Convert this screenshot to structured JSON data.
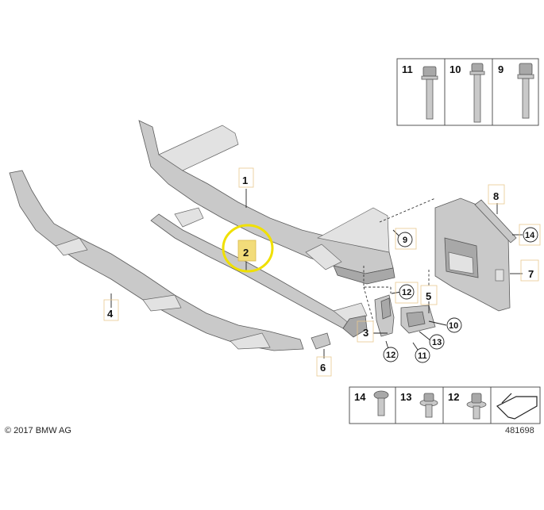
{
  "copyright": "© 2017 BMW AG",
  "doc_number": "481698",
  "callouts": {
    "c1": "1",
    "c2": "2",
    "c3": "3",
    "c4": "4",
    "c5": "5",
    "c6": "6",
    "c7": "7",
    "c8": "8"
  },
  "circled": {
    "c9": "9",
    "c10": "10",
    "c11": "11",
    "c12a": "12",
    "c12b": "12",
    "c13": "13",
    "c14": "14"
  },
  "legend_top": [
    "11",
    "10",
    "9"
  ],
  "legend_bottom": [
    "14",
    "13",
    "12"
  ],
  "colors": {
    "highlight_box": "#f2dc7a",
    "highlight_ring": "#f0e000"
  }
}
